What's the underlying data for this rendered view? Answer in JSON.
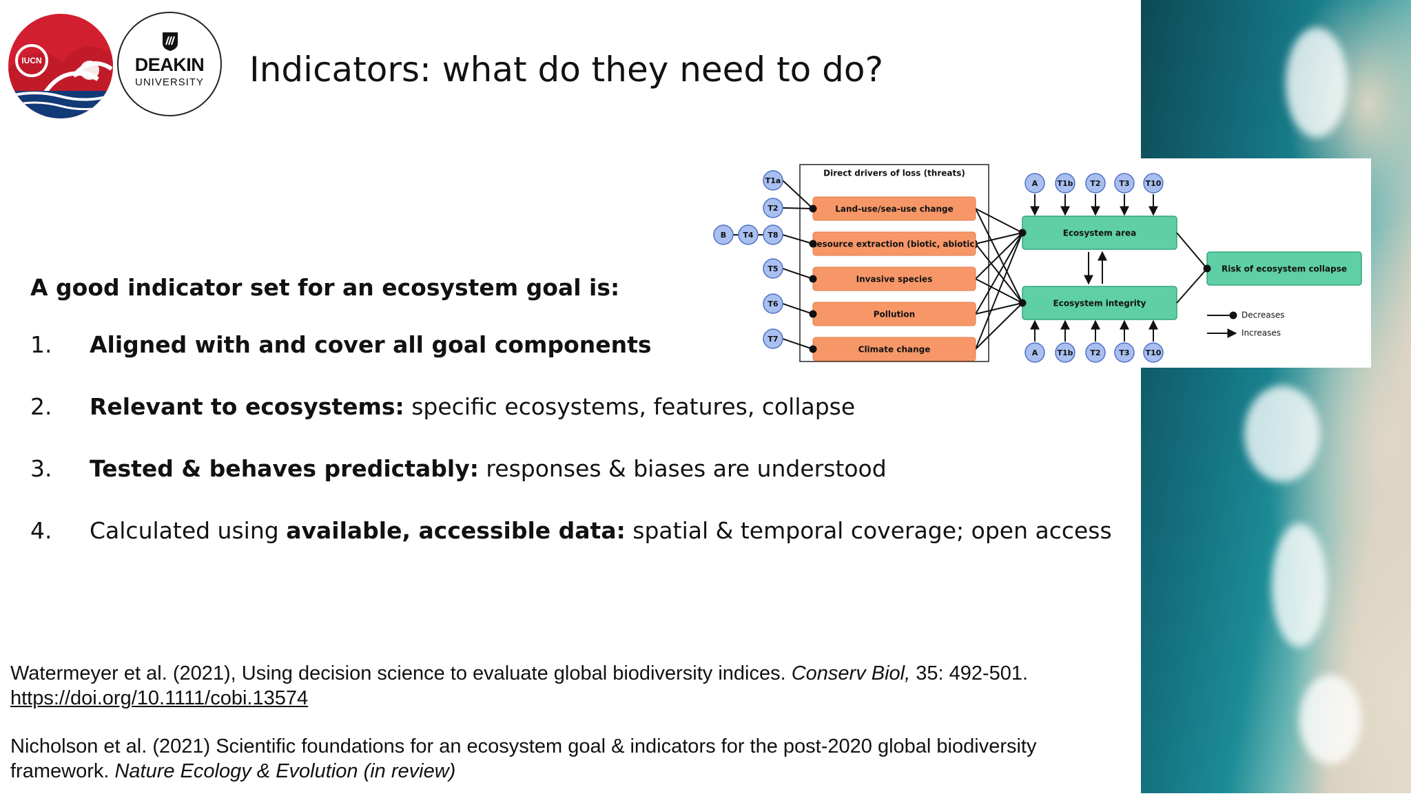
{
  "slide": {
    "title": "Indicators: what do they need to do?",
    "logos": {
      "iucn": "IUCN",
      "deakin_name": "DEAKIN",
      "deakin_sub": "UNIVERSITY"
    },
    "lead": "A good indicator set for an ecosystem goal is:",
    "items": [
      {
        "num": "1.",
        "bold": "Aligned with and cover all goal components",
        "rest": ""
      },
      {
        "num": "2.",
        "bold": "Relevant to ecosystems:",
        "rest": " specific ecosystems, features, collapse"
      },
      {
        "num": "3.",
        "bold": "Tested & behaves predictably:",
        "rest": " responses & biases are understood"
      },
      {
        "num": "4.",
        "pre": "Calculated using ",
        "bold": "available, accessible data:",
        "rest": " spatial & temporal coverage; open access"
      }
    ],
    "refs": [
      {
        "text": "Watermeyer et al. (2021), Using decision science to evaluate global biodiversity indices. ",
        "journal": "Conserv Biol,",
        "tail": " 35: 492-501.",
        "link": "https://doi.org/10.1111/cobi.13574"
      },
      {
        "text": "Nicholson et al. (2021) Scientific foundations for an ecosystem goal & indicators for the post-2020 global biodiversity framework. ",
        "journal": "Nature Ecology & Evolution (in review)"
      }
    ]
  },
  "diagram": {
    "box_title": "Direct drivers of loss (threats)",
    "drivers": [
      "Land-use/sea-use change",
      "Resource extraction (biotic, abiotic)",
      "Invasive species",
      "Pollution",
      "Climate change"
    ],
    "driver_targets": [
      [
        "T1a",
        "T2"
      ],
      [
        "B",
        "T4",
        "T8"
      ],
      [
        "T5"
      ],
      [
        "T6"
      ],
      [
        "T7"
      ]
    ],
    "states": [
      "Ecosystem area",
      "Ecosystem integrity"
    ],
    "top_targets": [
      "A",
      "T1b",
      "T2",
      "T3",
      "T10"
    ],
    "bottom_targets": [
      "A",
      "T1b",
      "T2",
      "T3",
      "T10"
    ],
    "outcome": "Risk of ecosystem collapse",
    "legend": {
      "decreases": "Decreases",
      "increases": "Increases"
    },
    "colors": {
      "driver": "#f79768",
      "driver_stroke": "#e07a48",
      "state": "#5fcfa6",
      "state_stroke": "#34a57c",
      "target": "#a8bff0",
      "target_stroke": "#4e6fc2"
    }
  }
}
